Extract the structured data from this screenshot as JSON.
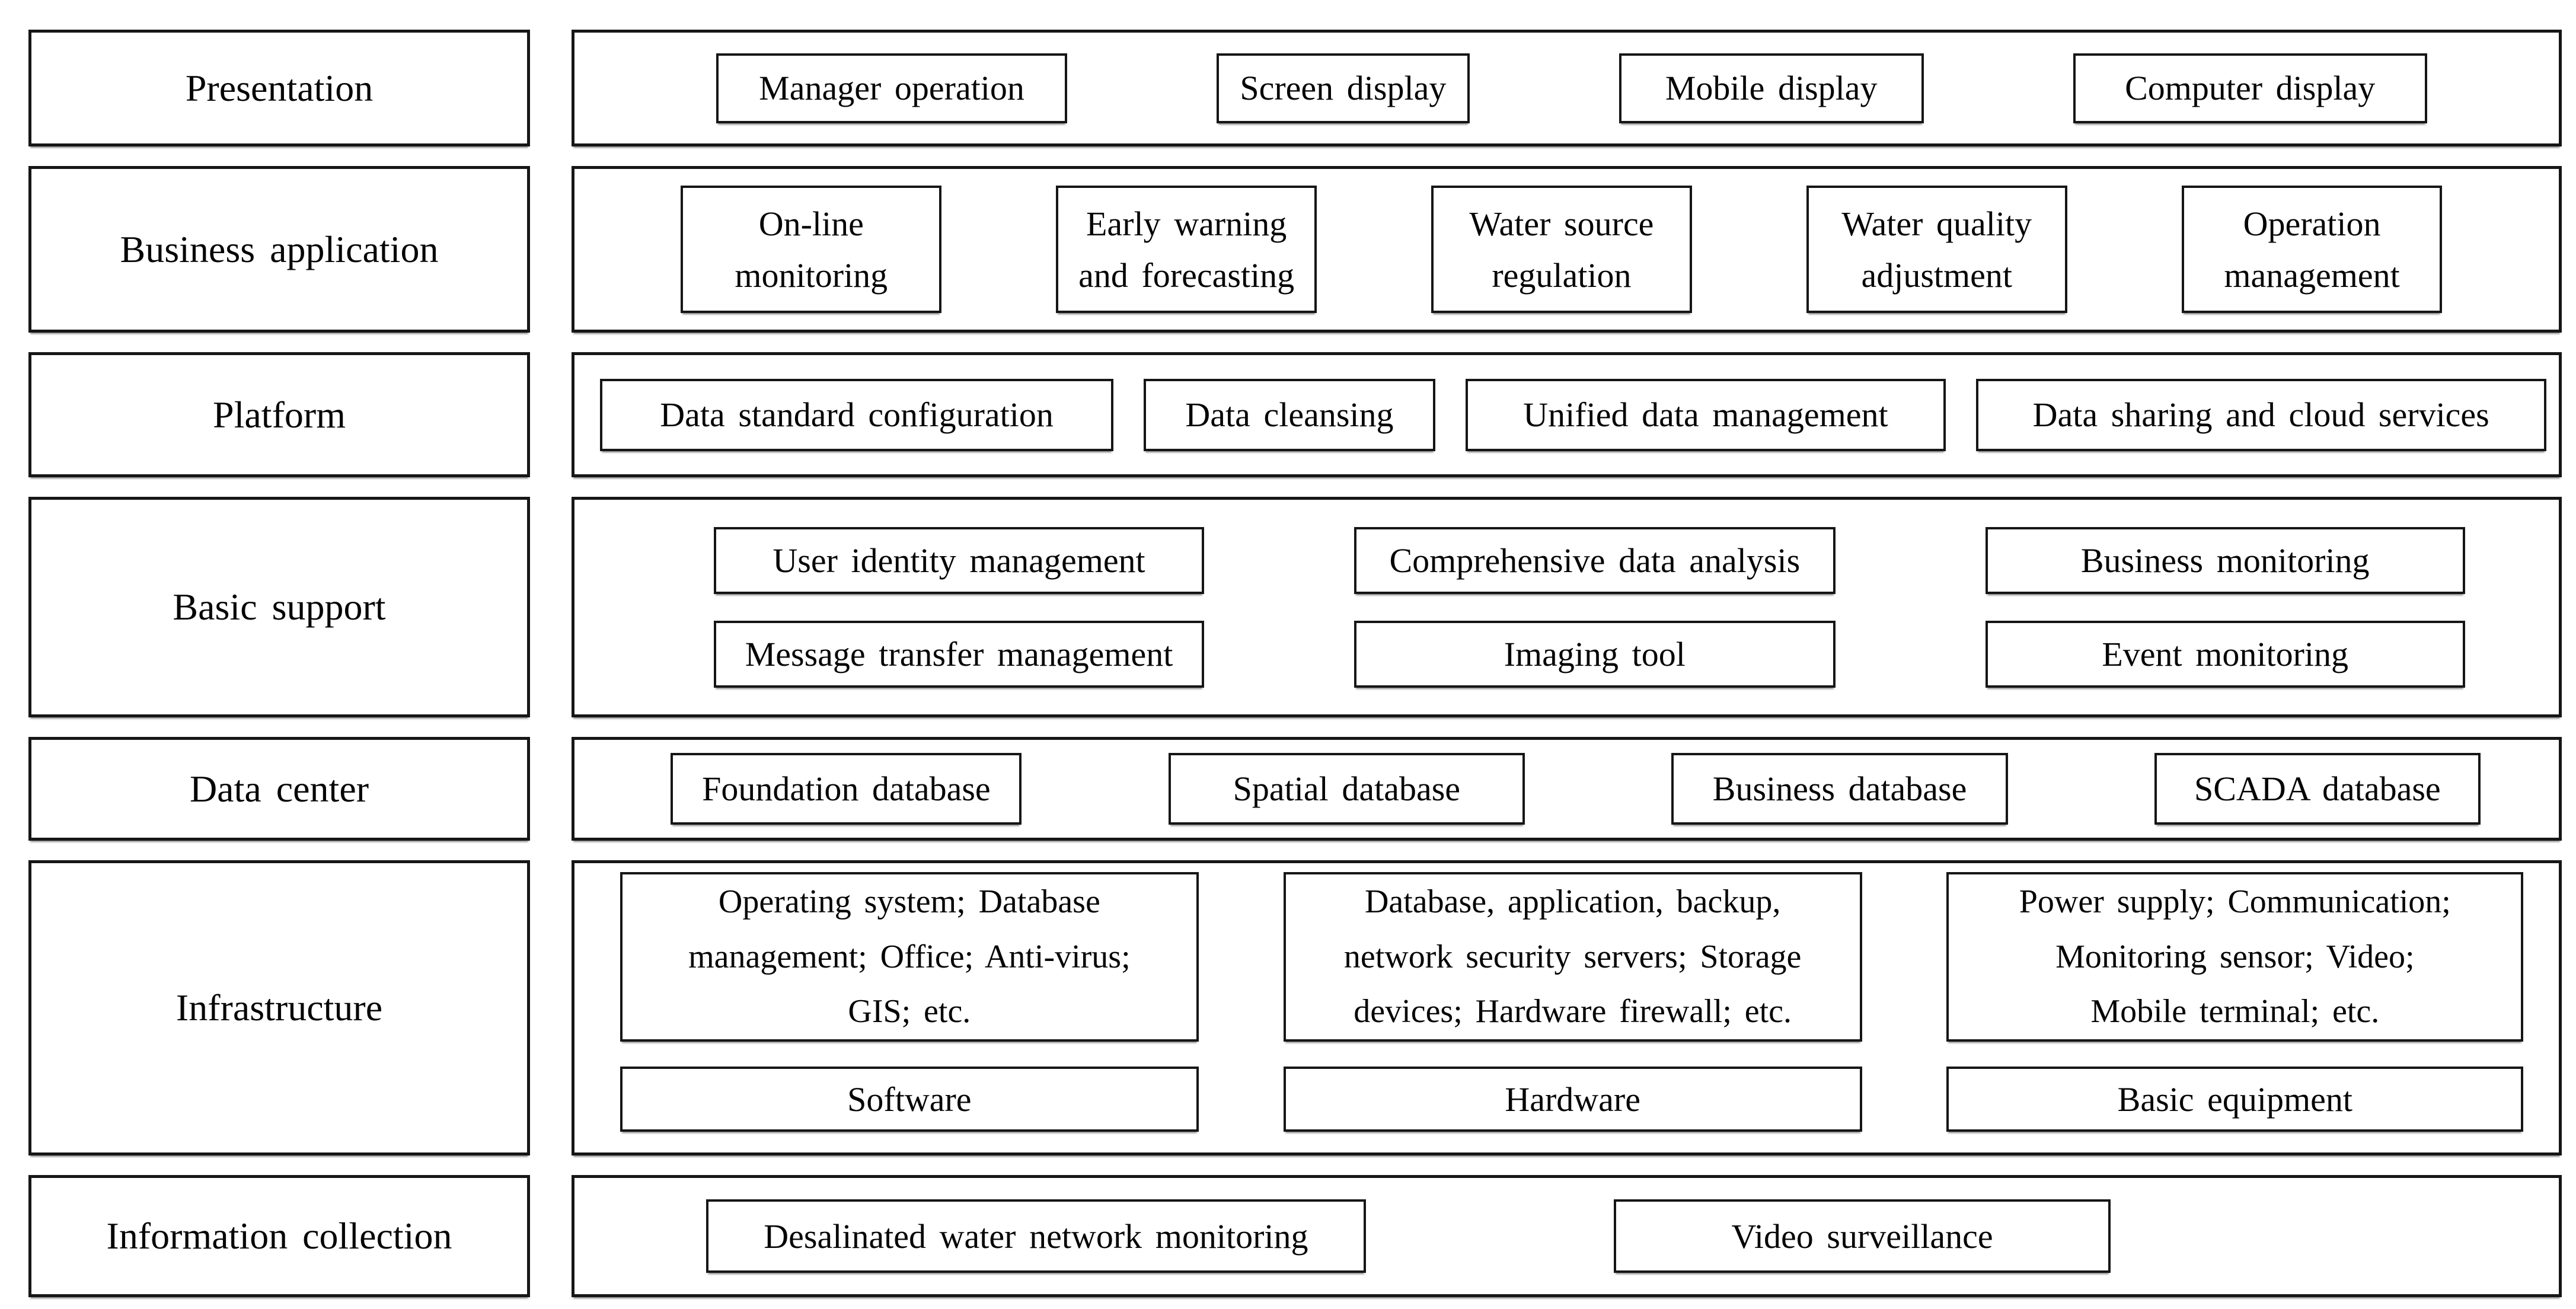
{
  "diagram": {
    "rows": [
      {
        "label": "Presentation",
        "boxes": [
          "Manager operation",
          "Screen display",
          "Mobile display",
          "Computer display"
        ]
      },
      {
        "label": "Business application",
        "boxes": [
          "On-line\nmonitoring",
          "Early warning\nand forecasting",
          "Water source\nregulation",
          "Water quality\nadjustment",
          "Operation\nmanagement"
        ]
      },
      {
        "label": "Platform",
        "boxes": [
          "Data standard configuration",
          "Data cleansing",
          "Unified data management",
          "Data sharing and cloud services"
        ]
      },
      {
        "label": "Basic support",
        "grid": [
          [
            "User identity management",
            "Comprehensive data analysis",
            "Business monitoring"
          ],
          [
            "Message transfer management",
            "Imaging tool",
            "Event monitoring"
          ]
        ]
      },
      {
        "label": "Data center",
        "boxes": [
          "Foundation database",
          "Spatial database",
          "Business database",
          "SCADA database"
        ]
      },
      {
        "label": "Infrastructure",
        "columns": [
          {
            "description": "Operating system; Database\nmanagement; Office; Anti-virus;\nGIS; etc.",
            "label": "Software"
          },
          {
            "description": "Database, application, backup,\nnetwork security servers; Storage\ndevices; Hardware firewall; etc.",
            "label": "Hardware"
          },
          {
            "description": "Power supply; Communication;\nMonitoring sensor; Video;\nMobile terminal; etc.",
            "label": "Basic equipment"
          }
        ]
      },
      {
        "label": "Information collection",
        "boxes": [
          "Desalinated water network monitoring",
          "Video surveillance"
        ]
      }
    ]
  }
}
